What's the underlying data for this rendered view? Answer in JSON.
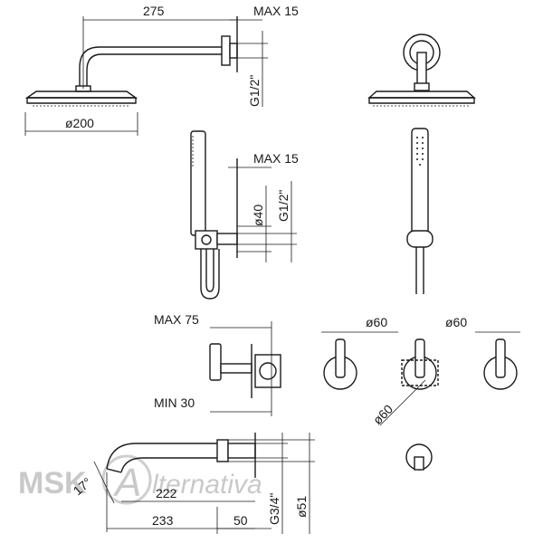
{
  "head_shower": {
    "arm_length": "275",
    "max_projection": "MAX 15",
    "thread": "G1/2\"",
    "head_diameter": "ø200"
  },
  "hand_shower": {
    "max_projection": "MAX 15",
    "outlet_diameter": "ø40",
    "thread": "G1/2\""
  },
  "mixer": {
    "max_depth": "MAX 75",
    "min_depth": "MIN 30",
    "handle_diameter_left": "ø60",
    "handle_diameter_right": "ø60",
    "center_diameter": "ø60"
  },
  "spout": {
    "length_total": "233",
    "length_reach": "222",
    "body_length": "50",
    "thread": "G3/4\"",
    "diameter": "ø51",
    "angle": "17°"
  },
  "watermark": {
    "brand": "MSK",
    "script": "lternativa",
    "initial": "A"
  }
}
